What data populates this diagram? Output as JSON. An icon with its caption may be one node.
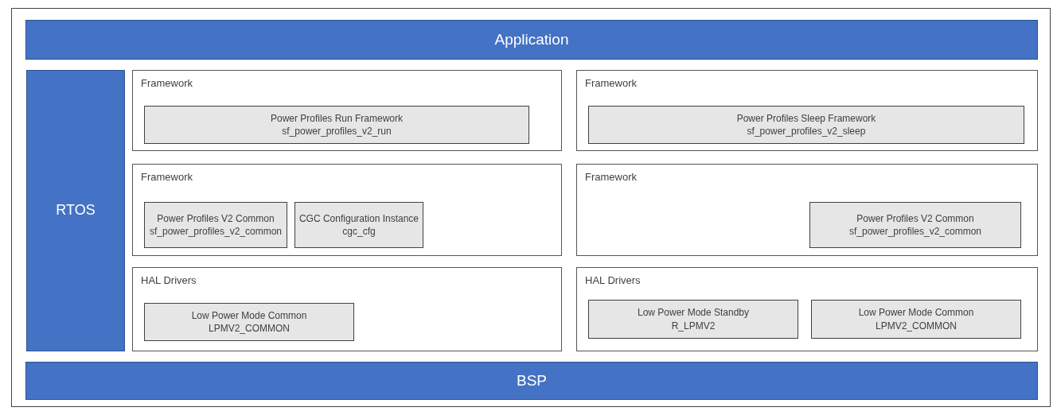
{
  "diagram": {
    "nodes": [
      {
        "text": [
          "Application"
        ]
      },
      {
        "text": [
          "RTOS"
        ]
      },
      {
        "text": [
          "Framework"
        ]
      },
      {
        "text": [
          "Power Profiles Run Framework",
          "sf_power_profiles_v2_run"
        ],
        "in": 2
      },
      {
        "text": [
          "Framework"
        ]
      },
      {
        "text": [
          "Power Profiles Sleep Framework",
          "sf_power_profiles_v2_sleep"
        ],
        "in": 4
      },
      {
        "text": [
          "Framework"
        ]
      },
      {
        "text": [
          "Power Profiles V2 Common",
          "sf_power_profiles_v2_common"
        ],
        "in": 6
      },
      {
        "text": [
          "CGC Configuration Instance",
          "cgc_cfg"
        ],
        "in": 6
      },
      {
        "text": [
          "Framework"
        ]
      },
      {
        "text": [
          "Power Profiles V2 Common",
          "sf_power_profiles_v2_common"
        ],
        "in": 9
      },
      {
        "text": [
          "HAL Drivers"
        ]
      },
      {
        "text": [
          "Low Power Mode Common",
          "LPMV2_COMMON"
        ],
        "in": 11
      },
      {
        "text": [
          "HAL Drivers"
        ]
      },
      {
        "text": [
          "Low Power Mode Standby",
          "R_LPMV2"
        ],
        "in": 13
      },
      {
        "text": [
          "Low Power Mode Common",
          "LPMV2_COMMON"
        ],
        "in": 13
      },
      {
        "text": [
          "BSP"
        ]
      }
    ]
  }
}
